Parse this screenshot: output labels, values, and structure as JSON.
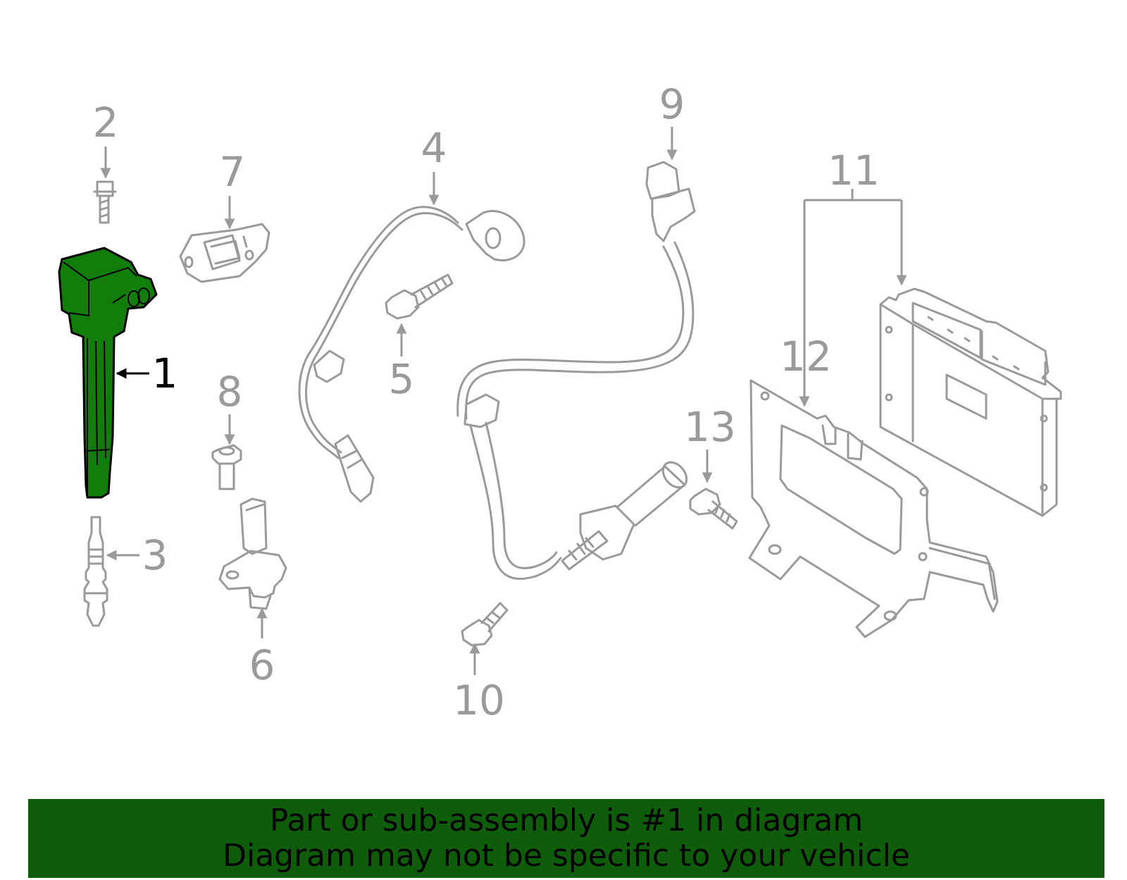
{
  "callouts": {
    "c1": "1",
    "c2": "2",
    "c3": "3",
    "c4": "4",
    "c5": "5",
    "c6": "6",
    "c7": "7",
    "c8": "8",
    "c9": "9",
    "c10": "10",
    "c11": "11",
    "c12": "12",
    "c13": "13"
  },
  "highlighted_part": "1",
  "colors": {
    "highlight_fill": "#137d0b",
    "banner_bg": "#0f5c0b",
    "line_gray": "#9a9a9a"
  },
  "banner": {
    "line1": "Part or sub-assembly is #1 in diagram",
    "line2": "Diagram may not be specific to your vehicle"
  }
}
